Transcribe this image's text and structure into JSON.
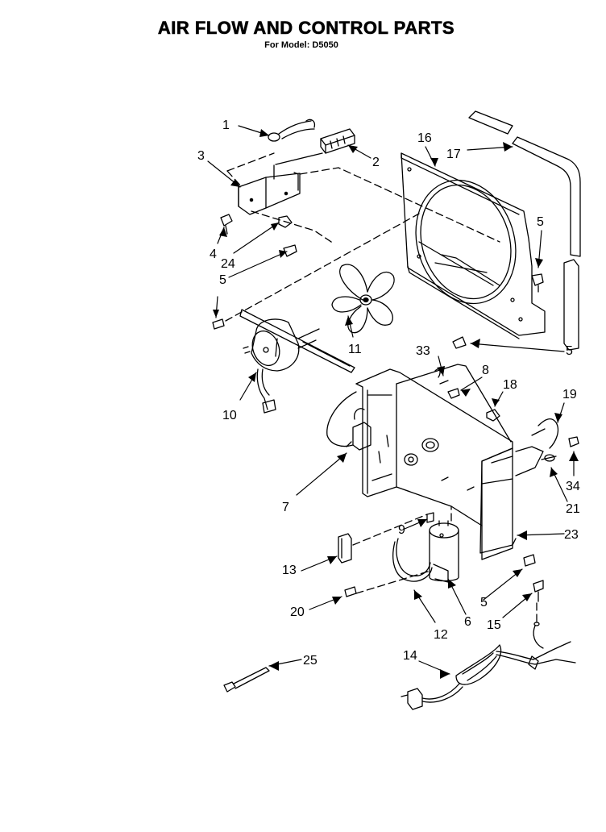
{
  "header": {
    "title": "AIR FLOW AND CONTROL PARTS",
    "subtitle": "For Model: D5050"
  },
  "callouts": [
    "1",
    "2",
    "3",
    "4",
    "24",
    "5",
    "16",
    "17",
    "11",
    "10",
    "7",
    "33",
    "8",
    "18",
    "19",
    "34",
    "21",
    "9",
    "23",
    "13",
    "20",
    "6",
    "12",
    "15",
    "25",
    "14"
  ]
}
